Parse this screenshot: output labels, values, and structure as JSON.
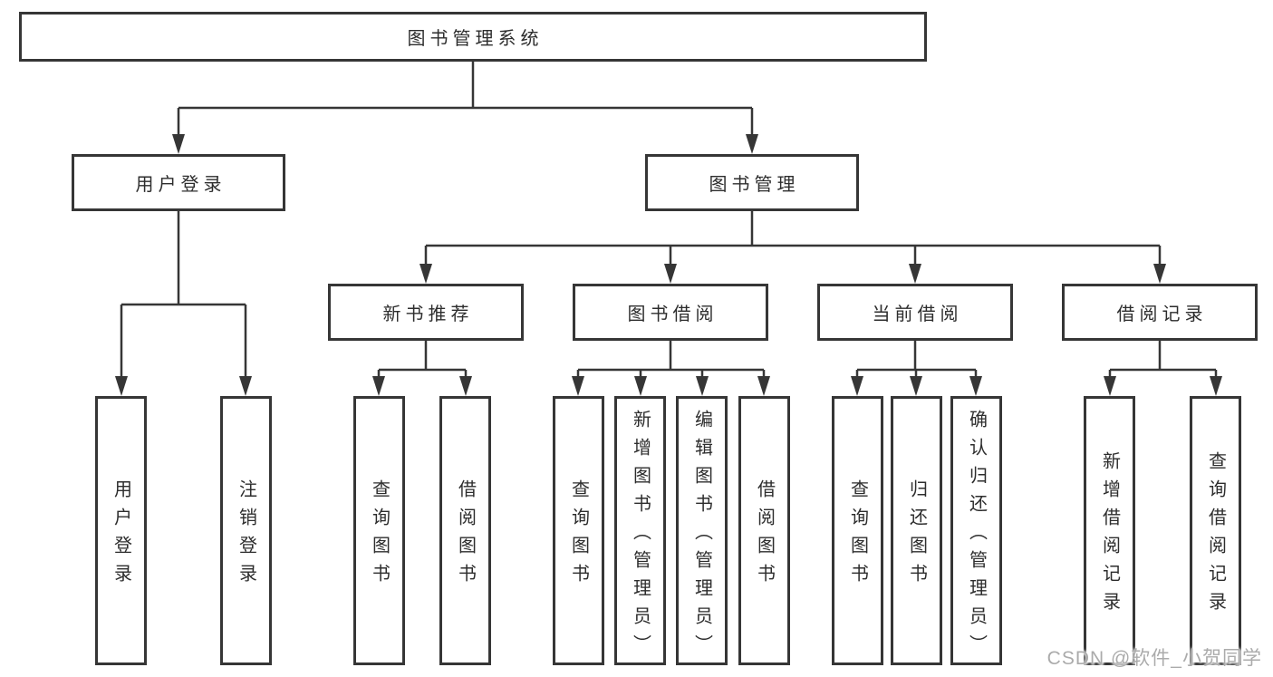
{
  "diagram": {
    "root": "图书管理系统",
    "level2": [
      {
        "label": "用户登录",
        "children": [
          "用户登录",
          "注销登录"
        ]
      },
      {
        "label": "图书管理"
      }
    ],
    "level3": [
      {
        "label": "新书推荐",
        "children": [
          "查询图书",
          "借阅图书"
        ]
      },
      {
        "label": "图书借阅",
        "children": [
          "查询图书",
          "新增图书（管理员）",
          "编辑图书（管理员）",
          "借阅图书"
        ]
      },
      {
        "label": "当前借阅",
        "children": [
          "查询图书",
          "归还图书",
          "确认归还（管理员）"
        ]
      },
      {
        "label": "借阅记录",
        "children": [
          "新增借阅记录",
          "查询借阅记录"
        ]
      }
    ]
  },
  "watermark": "CSDN @软件_小贺同学",
  "colors": {
    "line": "#363636",
    "box_border": "#363636",
    "text": "#2d2d2d",
    "background": "#ffffff",
    "watermark": "#ababab"
  }
}
